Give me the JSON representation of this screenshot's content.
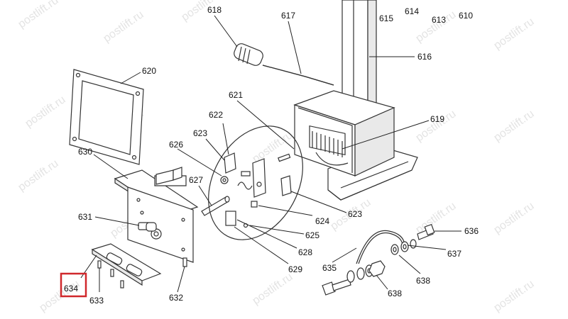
{
  "watermark": "postlift.ru",
  "highlight_color": "#d0282c",
  "highlighted_part": "634",
  "labels": {
    "l618": "618",
    "l617": "617",
    "l615": "615",
    "l614": "614",
    "l613": "613",
    "l610": "610",
    "l616": "616",
    "l620": "620",
    "l621": "621",
    "l622": "622",
    "l619": "619",
    "l623a": "623",
    "l626": "626",
    "l630": "630",
    "l627": "627",
    "l624": "624",
    "l623b": "623",
    "l631": "631",
    "l625": "625",
    "l636": "636",
    "l628": "628",
    "l637": "637",
    "l629": "629",
    "l635": "635",
    "l638a": "638",
    "l634": "634",
    "l633": "633",
    "l632": "632",
    "l638b": "638"
  }
}
